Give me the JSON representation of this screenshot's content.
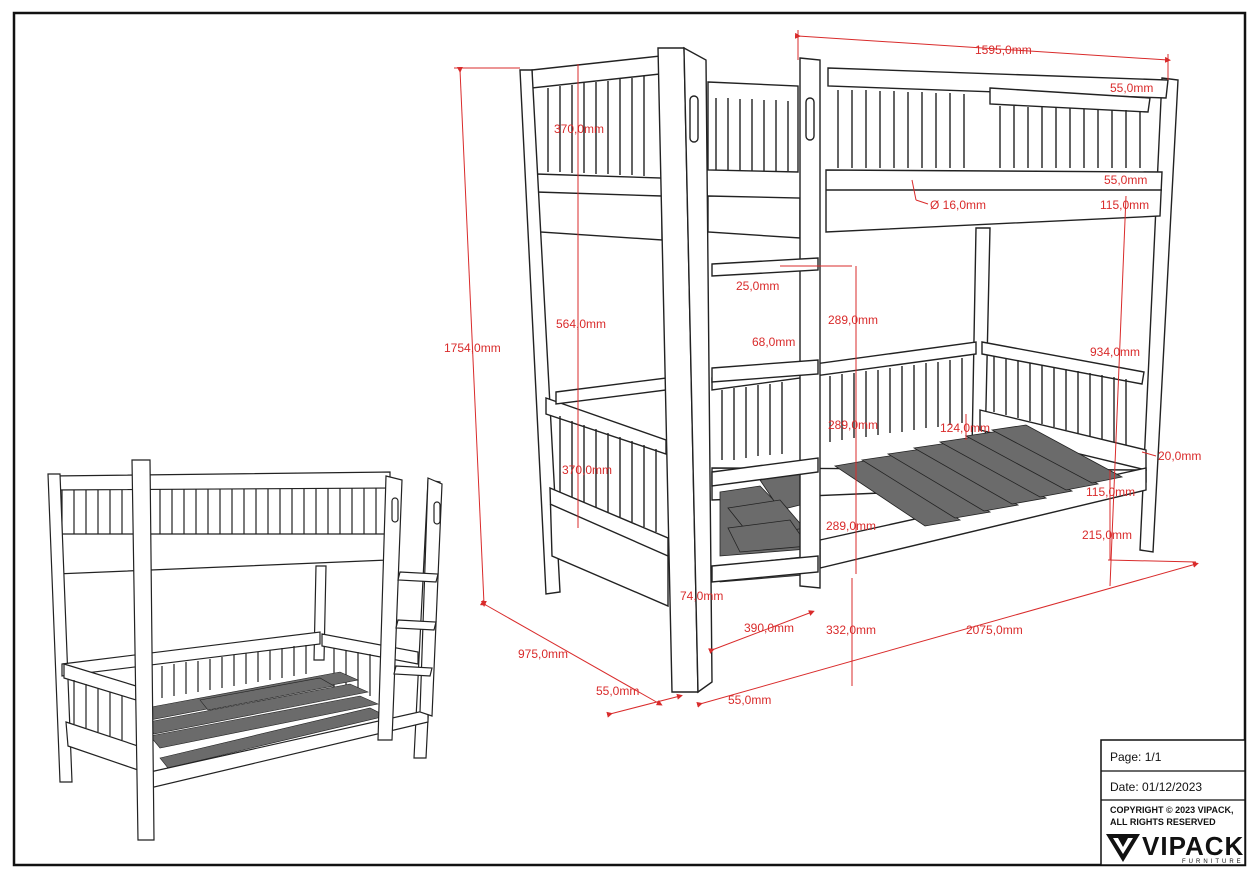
{
  "colors": {
    "dimension": "#d92b2b",
    "line": "#222222",
    "slat": "#6b6b6b",
    "fill": "#ffffff",
    "border": "#111111"
  },
  "dimensions": {
    "overall_length_top": "1595,0mm",
    "rail_height_top_right": "55,0mm",
    "guard_height_top": "370,0mm",
    "rail_height_mid_right": "55,0mm",
    "dowel_diameter": "Ø 16,0mm",
    "frame_height_top": "115,0mm",
    "overall_height": "1754,0mm",
    "rung_thickness": "25,0mm",
    "rung_spacing_1": "289,0mm",
    "clearance_between_beds": "564,0mm",
    "rung_depth": "68,0mm",
    "bed_height_upper": "934,0mm",
    "rung_spacing_2": "289,0mm",
    "guard_lower_small": "124,0mm",
    "side_gap": "20,0mm",
    "guard_height_bottom": "370,0mm",
    "frame_height_bottom": "115,0mm",
    "rung_spacing_3": "289,0mm",
    "leg_clearance": "215,0mm",
    "ladder_foot": "74,0mm",
    "overall_width": "975,0mm",
    "ladder_width": "390,0mm",
    "ladder_offset": "332,0mm",
    "overall_length": "2075,0mm",
    "post_width_left": "55,0mm",
    "post_width_right": "55,0mm"
  },
  "title_block": {
    "page": "Page: 1/1",
    "date": "Date: 01/12/2023",
    "copyright_line1": "COPYRIGHT  © 2023 VIPACK,",
    "copyright_line2": "ALL RIGHTS RESERVED",
    "logo_word": "VIPACK",
    "logo_sub": "FURNITURE"
  }
}
